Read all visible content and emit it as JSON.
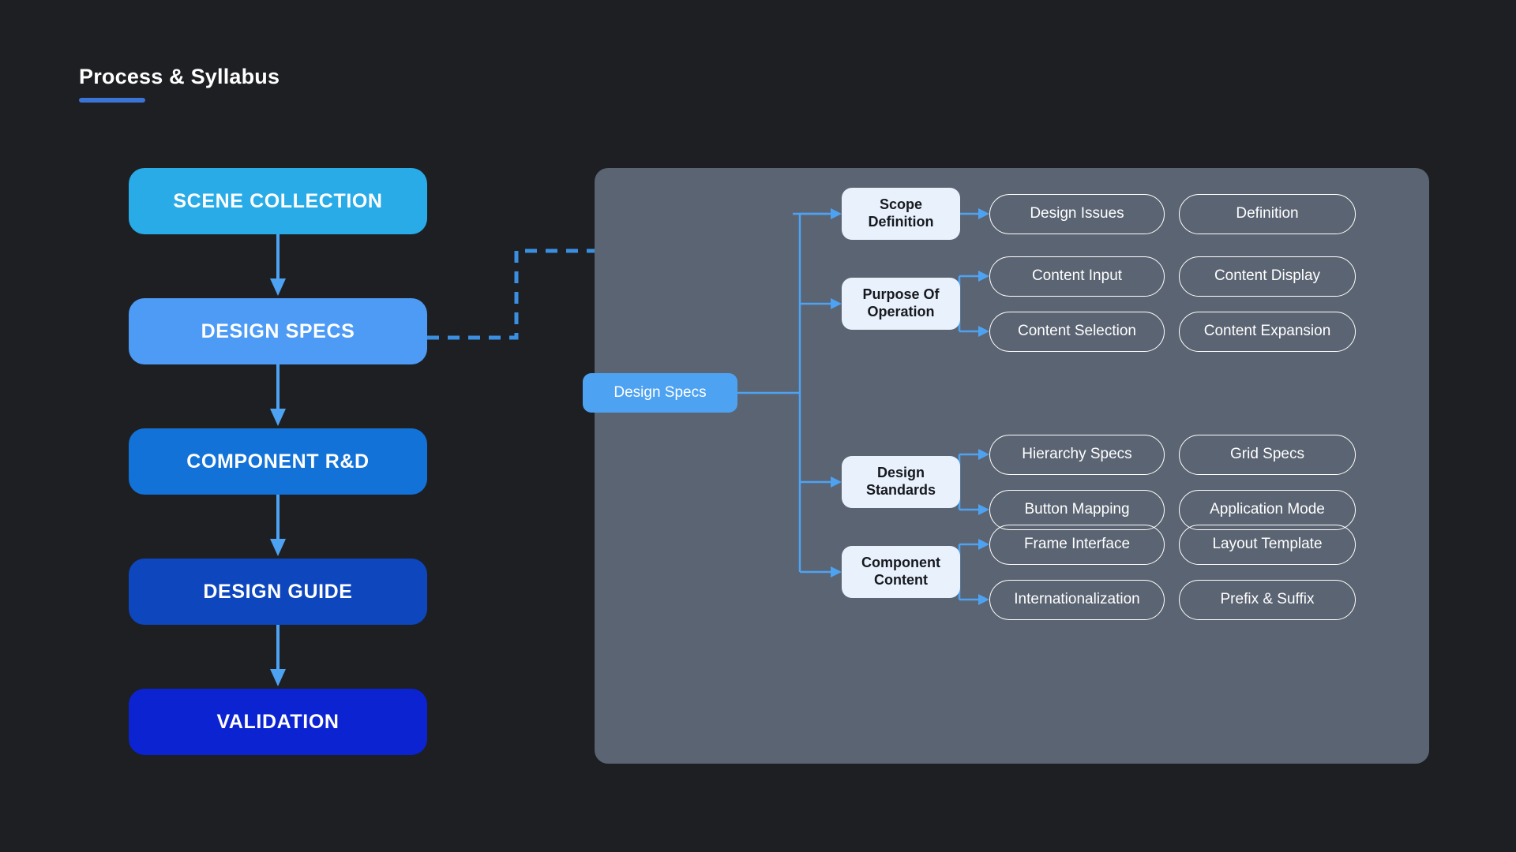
{
  "header": {
    "title": "Process & Syllabus",
    "accent_color": "#3b74d4"
  },
  "canvas": {
    "background_color": "#1d1f23",
    "panel_color": "#5b6472",
    "connector_color": "#4ea2f2"
  },
  "flow": {
    "steps": [
      {
        "label": "SCENE COLLECTION",
        "color": "#29abe8"
      },
      {
        "label": "DESIGN SPECS",
        "color": "#4d9bf5"
      },
      {
        "label": "COMPONENT R&D",
        "color": "#1272d8"
      },
      {
        "label": "DESIGN GUIDE",
        "color": "#0d46bd"
      },
      {
        "label": "VALIDATION",
        "color": "#0c23d1"
      }
    ],
    "arrow_color": "#4ea2f2",
    "linked_step": "DESIGN SPECS"
  },
  "tree": {
    "root": {
      "label": "Design Specs",
      "color": "#4ea2f2"
    },
    "branches": [
      {
        "label": "Scope Definition",
        "children": [
          "Design Issues",
          "Definition"
        ]
      },
      {
        "label": "Purpose Of Operation",
        "children": [
          "Content Input",
          "Content Display",
          "Content Selection",
          "Content Expansion"
        ]
      },
      {
        "label": "Design Standards",
        "children": [
          "Hierarchy Specs",
          "Grid Specs",
          "Button Mapping",
          "Application Mode"
        ]
      },
      {
        "label": "Component Content",
        "children": [
          "Frame Interface",
          "Layout Template",
          "Internationalization",
          "Prefix & Suffix"
        ]
      }
    ]
  }
}
